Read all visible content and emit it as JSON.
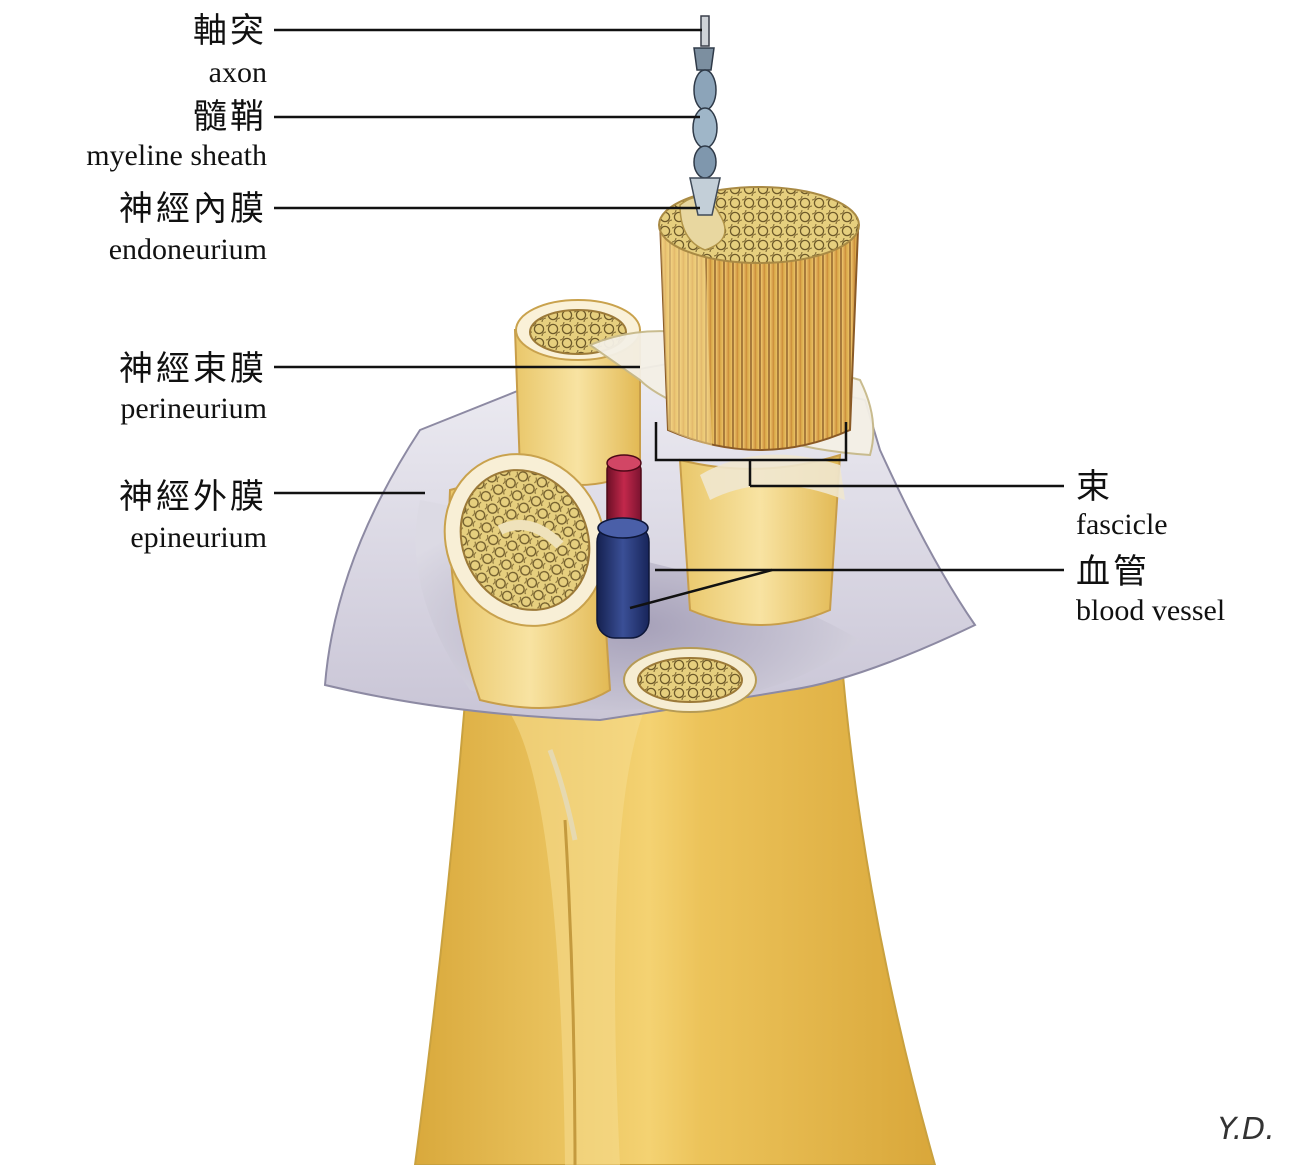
{
  "labels": {
    "axon": {
      "zh": "軸突",
      "en": "axon"
    },
    "myelin_sheath": {
      "zh": "髓鞘",
      "en": "myeline sheath"
    },
    "endoneurium": {
      "zh": "神經內膜",
      "en": "endoneurium"
    },
    "perineurium": {
      "zh": "神經束膜",
      "en": "perineurium"
    },
    "epineurium": {
      "zh": "神經外膜",
      "en": "epineurium"
    },
    "fascicle": {
      "zh": "束",
      "en": "fascicle"
    },
    "blood_vessel": {
      "zh": "血管",
      "en": "blood vessel"
    }
  },
  "signature": "Y.D.",
  "colors": {
    "nerve_fill": "#f2cf6e",
    "nerve_dark": "#d9a93c",
    "epineurium_sheet": "#e4e2ec",
    "epineurium_shadow": "#a8a3bb",
    "fascicle_core": "#e8cf7c",
    "artery": "#a01b3a",
    "vein": "#27366d",
    "leader_line": "#111111"
  }
}
